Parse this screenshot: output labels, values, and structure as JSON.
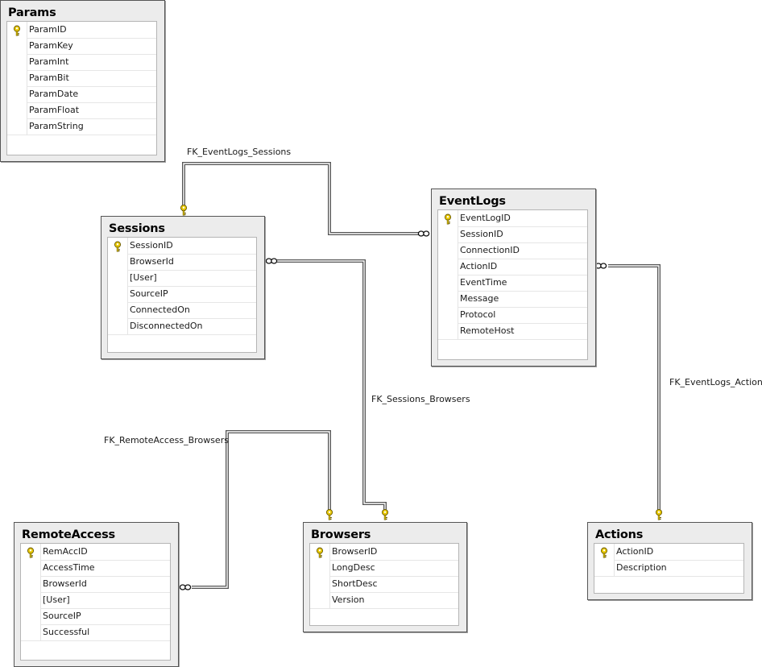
{
  "tables": [
    {
      "id": "params",
      "name": "Params",
      "columns": [
        {
          "name": "ParamID",
          "pk": true
        },
        {
          "name": "ParamKey"
        },
        {
          "name": "ParamInt"
        },
        {
          "name": "ParamBit"
        },
        {
          "name": "ParamDate"
        },
        {
          "name": "ParamFloat"
        },
        {
          "name": "ParamString"
        }
      ]
    },
    {
      "id": "sessions",
      "name": "Sessions",
      "columns": [
        {
          "name": "SessionID",
          "pk": true
        },
        {
          "name": "BrowserId"
        },
        {
          "name": "[User]"
        },
        {
          "name": "SourceIP"
        },
        {
          "name": "ConnectedOn"
        },
        {
          "name": "DisconnectedOn"
        }
      ]
    },
    {
      "id": "eventlogs",
      "name": "EventLogs",
      "columns": [
        {
          "name": "EventLogID",
          "pk": true
        },
        {
          "name": "SessionID"
        },
        {
          "name": "ConnectionID"
        },
        {
          "name": "ActionID"
        },
        {
          "name": "EventTime"
        },
        {
          "name": "Message"
        },
        {
          "name": "Protocol"
        },
        {
          "name": "RemoteHost"
        }
      ]
    },
    {
      "id": "remoteaccess",
      "name": "RemoteAccess",
      "columns": [
        {
          "name": "RemAccID",
          "pk": true
        },
        {
          "name": "AccessTime"
        },
        {
          "name": "BrowserId"
        },
        {
          "name": "[User]"
        },
        {
          "name": "SourceIP"
        },
        {
          "name": "Successful"
        }
      ]
    },
    {
      "id": "browsers",
      "name": "Browsers",
      "columns": [
        {
          "name": "BrowserID",
          "pk": true
        },
        {
          "name": "LongDesc"
        },
        {
          "name": "ShortDesc"
        },
        {
          "name": "Version"
        }
      ]
    },
    {
      "id": "actions",
      "name": "Actions",
      "columns": [
        {
          "name": "ActionID",
          "pk": true
        },
        {
          "name": "Description"
        }
      ]
    }
  ],
  "relationships": [
    {
      "id": "fk-eventlogs-sessions",
      "label": "FK_EventLogs_Sessions",
      "one": "Sessions",
      "many": "EventLogs"
    },
    {
      "id": "fk-sessions-browsers",
      "label": "FK_Sessions_Browsers",
      "one": "Browsers",
      "many": "Sessions"
    },
    {
      "id": "fk-eventlogs-actions",
      "label": "FK_EventLogs_Actions",
      "one": "Actions",
      "many": "EventLogs"
    },
    {
      "id": "fk-remoteaccess-browsers",
      "label": "FK_RemoteAccess_Browsers",
      "one": "Browsers",
      "many": "RemoteAccess"
    }
  ],
  "icons": {
    "primary_key": "key-icon",
    "one_end": "key-icon",
    "many_end": "infinity-icon"
  },
  "colors": {
    "key": "#e8c800",
    "line": "#555555",
    "table_bg": "#ececec"
  }
}
